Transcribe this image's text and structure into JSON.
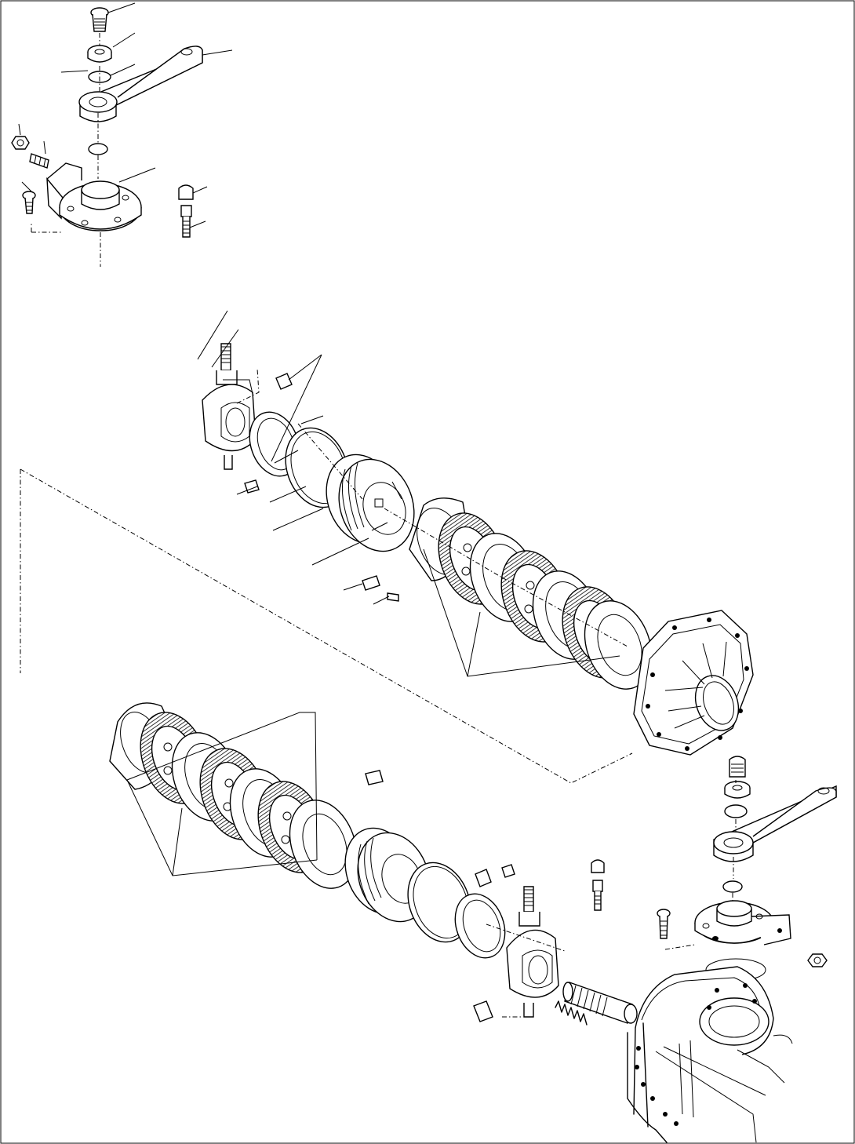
{
  "diagram": {
    "kind": "exploded-parts-view",
    "colors": {
      "ink": "#000000",
      "paper": "#ffffff"
    },
    "assemblies": [
      {
        "id": "steering-arm-top",
        "visible_label": ""
      },
      {
        "id": "brake-assembly-upper",
        "visible_label": ""
      },
      {
        "id": "brake-assembly-lower",
        "visible_label": ""
      },
      {
        "id": "steering-arm-right",
        "visible_label": ""
      },
      {
        "id": "axle-housing",
        "visible_label": ""
      }
    ]
  }
}
